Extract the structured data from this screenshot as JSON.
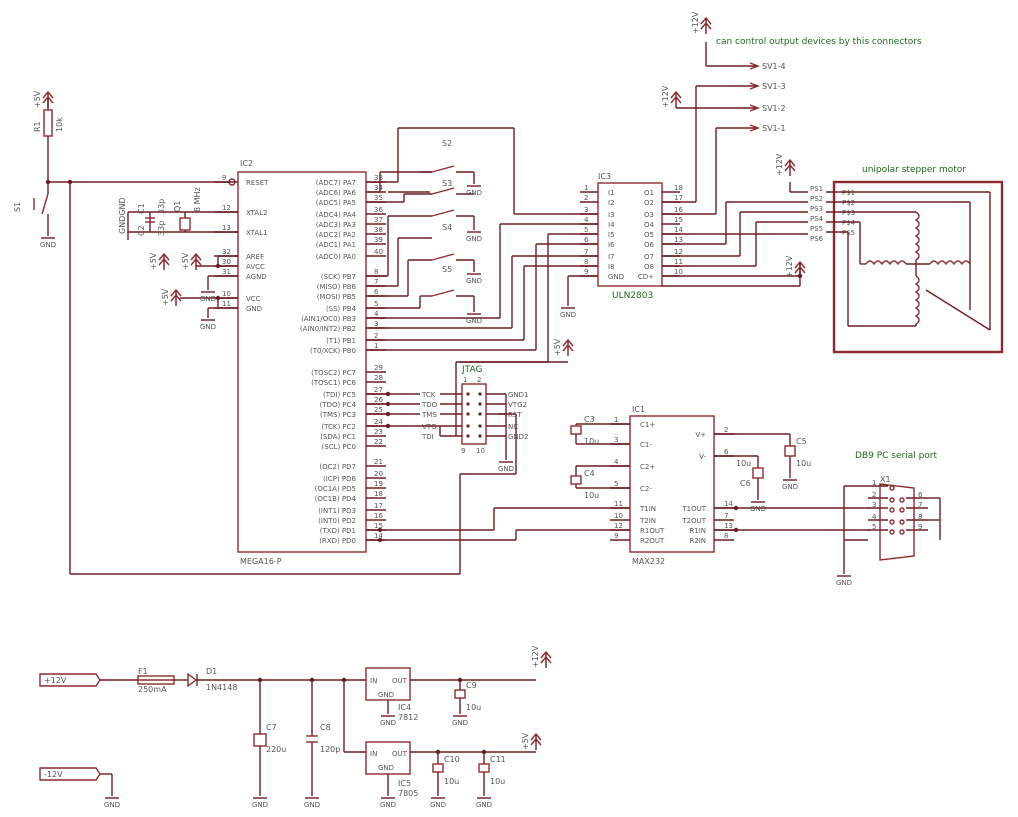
{
  "note_connectors": "can control output devices by this connectors",
  "note_motor": "unipolar stepper motor",
  "note_jtag": "JTAG",
  "note_serial": "DB9 PC serial port",
  "ic2": {
    "name": "IC2",
    "value": "MEGA16-P",
    "left_pins": [
      {
        "label": "RESET",
        "num": "9"
      },
      {
        "label": "XTAL2",
        "num": "12"
      },
      {
        "label": "XTAL1",
        "num": "13"
      },
      {
        "label": "AREF",
        "num": "32"
      },
      {
        "label": "AVCC",
        "num": "30"
      },
      {
        "label": "AGND",
        "num": "31"
      },
      {
        "label": "VCC",
        "num": "10"
      },
      {
        "label": "GND",
        "num": "11"
      }
    ],
    "right_pins": [
      {
        "label": "(ADC7) PA7",
        "num": "33"
      },
      {
        "label": "(ADC6) PA6",
        "num": "34"
      },
      {
        "label": "(ADC5) PA5",
        "num": "35"
      },
      {
        "label": "(ADC4) PA4",
        "num": "36"
      },
      {
        "label": "(ADC3) PA3",
        "num": "37"
      },
      {
        "label": "(ADC2) PA2",
        "num": "38"
      },
      {
        "label": "(ADC1) PA1",
        "num": "39"
      },
      {
        "label": "(ADC0) PA0",
        "num": "40"
      },
      {
        "label": "(SCK) PB7",
        "num": "8"
      },
      {
        "label": "(MISO) PB6",
        "num": "7"
      },
      {
        "label": "(MOSI) PB5",
        "num": "6"
      },
      {
        "label": "(SS) PB4",
        "num": "5"
      },
      {
        "label": "(AIN1/OC0) PB3",
        "num": "4"
      },
      {
        "label": "(AIN0/INT2) PB2",
        "num": "3"
      },
      {
        "label": "(T1) PB1",
        "num": "2"
      },
      {
        "label": "(T0/XCK) PB0",
        "num": "1"
      },
      {
        "label": "(TOSC2) PC7",
        "num": "29"
      },
      {
        "label": "(TOSC1) PC6",
        "num": "28"
      },
      {
        "label": "(TDI) PC5",
        "num": "27"
      },
      {
        "label": "(TDO) PC4",
        "num": "26"
      },
      {
        "label": "(TMS) PC3",
        "num": "25"
      },
      {
        "label": "(TCK) PC2",
        "num": "24"
      },
      {
        "label": "(SDA) PC1",
        "num": "23"
      },
      {
        "label": "(SCL) PC0",
        "num": "22"
      },
      {
        "label": "(OC2) PD7",
        "num": "21"
      },
      {
        "label": "(ICP) PD6",
        "num": "20"
      },
      {
        "label": "(OC1A) PD5",
        "num": "19"
      },
      {
        "label": "(OC1B) PD4",
        "num": "18"
      },
      {
        "label": "(INT1) PD3",
        "num": "17"
      },
      {
        "label": "(INT0) PD2",
        "num": "16"
      },
      {
        "label": "(TXD) PD1",
        "num": "15"
      },
      {
        "label": "(RXD) PD0",
        "num": "14"
      }
    ]
  },
  "ic3": {
    "name": "IC3",
    "value": "ULN2803",
    "left_pins": [
      {
        "label": "I1",
        "num": "1"
      },
      {
        "label": "I2",
        "num": "2"
      },
      {
        "label": "I3",
        "num": "3"
      },
      {
        "label": "I4",
        "num": "4"
      },
      {
        "label": "I5",
        "num": "5"
      },
      {
        "label": "I6",
        "num": "6"
      },
      {
        "label": "I7",
        "num": "7"
      },
      {
        "label": "I8",
        "num": "8"
      },
      {
        "label": "GND",
        "num": "9"
      }
    ],
    "right_pins": [
      {
        "label": "O1",
        "num": "18"
      },
      {
        "label": "O2",
        "num": "17"
      },
      {
        "label": "O3",
        "num": "16"
      },
      {
        "label": "O4",
        "num": "15"
      },
      {
        "label": "O5",
        "num": "14"
      },
      {
        "label": "O6",
        "num": "13"
      },
      {
        "label": "O7",
        "num": "12"
      },
      {
        "label": "O8",
        "num": "11"
      },
      {
        "label": "CD+",
        "num": "10"
      }
    ]
  },
  "ic1": {
    "name": "IC1",
    "value": "MAX232",
    "left_pins": [
      {
        "label": "C1+",
        "num": "1"
      },
      {
        "label": "C1-",
        "num": "3"
      },
      {
        "label": "C2+",
        "num": "4"
      },
      {
        "label": "C2-",
        "num": "5"
      },
      {
        "label": "T1IN",
        "num": "11"
      },
      {
        "label": "T2IN",
        "num": "10"
      },
      {
        "label": "R1OUT",
        "num": "12"
      },
      {
        "label": "R2OUT",
        "num": "9"
      }
    ],
    "right_pins": [
      {
        "label": "V+",
        "num": "2"
      },
      {
        "label": "V-",
        "num": "6"
      },
      {
        "label": "T1OUT",
        "num": "14"
      },
      {
        "label": "T2OUT",
        "num": "7"
      },
      {
        "label": "R1IN",
        "num": "13"
      },
      {
        "label": "R2IN",
        "num": "8"
      }
    ]
  },
  "sv_labels": [
    "SV1-4",
    "SV1-3",
    "SV1-2",
    "SV1-1"
  ],
  "motor_pins": [
    "PS1",
    "PS2",
    "PS3",
    "PS4",
    "PS5",
    "PS6"
  ],
  "motor_pin_nets": [
    "P$1",
    "P$2",
    "P$3",
    "P$4",
    "P$5"
  ],
  "jtag": {
    "left": [
      "TCK",
      "TDO",
      "TMS",
      "VTG",
      "TDI"
    ],
    "right": [
      "GND1",
      "VTG2",
      "RST",
      "NC",
      "GND2"
    ],
    "nums": [
      "1",
      "2",
      "9",
      "10"
    ]
  },
  "db9": {
    "name": "X1",
    "left_nums": [
      "1",
      "2",
      "3",
      "4",
      "5"
    ],
    "right_nums": [
      "6",
      "7",
      "8",
      "9"
    ]
  },
  "switches": [
    "S1",
    "S2",
    "S3",
    "S4",
    "S5"
  ],
  "labels": {
    "r1": "R1",
    "r1_val": "10k",
    "c1": "C1",
    "c1_val": "33p",
    "c2": "C2",
    "c2_val": "33p",
    "q1": "Q1",
    "q1_val": "8 MHz",
    "c3": "C3",
    "c3_val": "10u",
    "c4": "C4",
    "c4_val": "10u",
    "c5": "C5",
    "c5_val": "10u",
    "c6": "C6",
    "c6_val": "10u",
    "c7": "C7",
    "c7_val": "220u",
    "c8": "C8",
    "c8_val": "120p",
    "c9": "C9",
    "c9_val": "10u",
    "c10": "C10",
    "c10_val": "10u",
    "c11": "C11",
    "c11_val": "10u",
    "f1": "F1",
    "f1_val": "250mA",
    "d1": "D1",
    "d1_val": "1N4148",
    "ic4": "IC4",
    "ic4_val": "7812",
    "ic5": "IC5",
    "ic5_val": "7805",
    "reg_in": "IN",
    "reg_out": "OUT",
    "reg_gnd": "GND",
    "in_plus12": "+12V",
    "in_minus12": "-12V",
    "plus5": "+5V",
    "plus12": "+12V",
    "gnd": "GND",
    "gndgnd": "GNDGND"
  }
}
